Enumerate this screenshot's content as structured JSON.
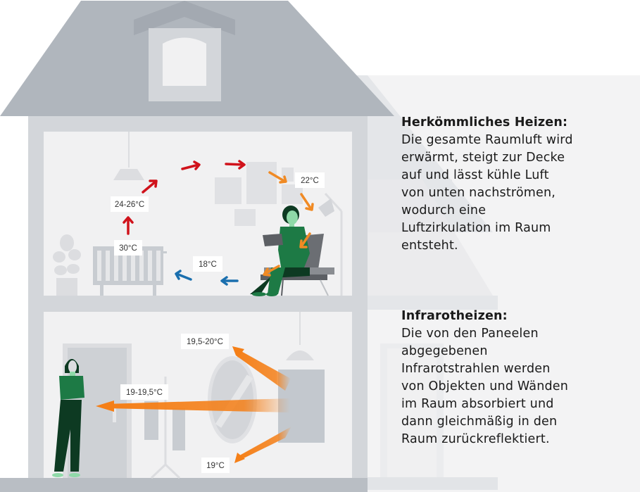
{
  "sections": {
    "conventional": {
      "heading": "Herkömmliches Heizen:",
      "lines": [
        "Die gesamte Raumluft wird",
        "erwärmt, steigt zur Decke",
        "auf und lässt kühle Luft",
        "von unten nachströmen,",
        "wodurch eine",
        "Luftzirkulation im Raum",
        "entsteht."
      ]
    },
    "infrared": {
      "heading": "Infrarotheizen:",
      "lines": [
        "Die von den Paneelen",
        "abgegebenen",
        "Infrarotstrahlen werden",
        "von Objekten und Wänden",
        "im Raum absorbiert und",
        "dann gleichmäßig in den",
        "Raum zurückreflektiert."
      ]
    }
  },
  "upper_room": {
    "temperatures": {
      "radiator": "30°C",
      "ceiling": "24-26°C",
      "far_wall": "22°C",
      "floor": "18°C"
    }
  },
  "lower_room": {
    "temperatures": {
      "upper_ray": "19,5-20°C",
      "middle_ray": "19-19,5°C",
      "lower_ray": "19°C"
    }
  },
  "colors": {
    "warm_arrow": "#d0121b",
    "transition_arrow": "#f08a24",
    "cool_arrow": "#1a6fae",
    "infrared_ray": "#f57f17",
    "roof": "#b0b6bd",
    "house_wall": "#d3d6da",
    "room_bg": "#f1f1f2",
    "figure_green": "#1d7a45",
    "figure_dark": "#0d3a22"
  }
}
